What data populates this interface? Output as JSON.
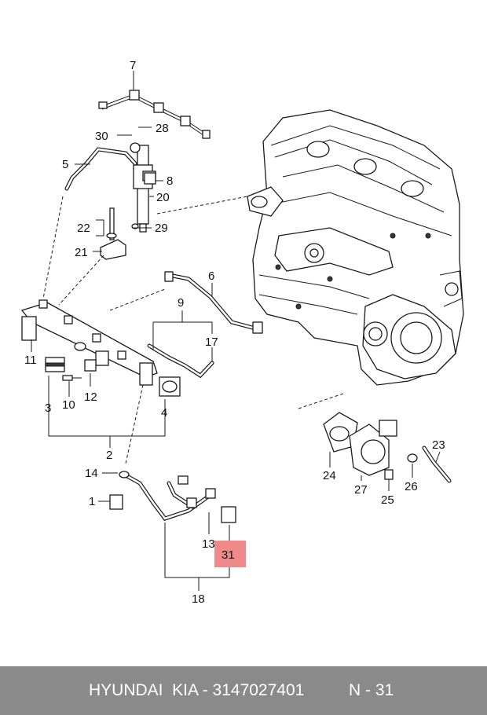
{
  "callouts": {
    "c1": "1",
    "c2": "2",
    "c3": "3",
    "c4": "4",
    "c5": "5",
    "c6": "6",
    "c7": "7",
    "c8": "8",
    "c9": "9",
    "c10": "10",
    "c11": "11",
    "c12": "12",
    "c13": "13",
    "c14": "14",
    "c17": "17",
    "c18": "18",
    "c20": "20",
    "c21": "21",
    "c22": "22",
    "c23": "23",
    "c24": "24",
    "c25": "25",
    "c26": "26",
    "c27": "27",
    "c28": "28",
    "c29": "29",
    "c30": "30",
    "c31": "31"
  },
  "highlight_color": "#f08a8a",
  "footer": {
    "part_text": "HYUNDAI  KIA - 3147027401",
    "ref_text": "N - 31"
  }
}
